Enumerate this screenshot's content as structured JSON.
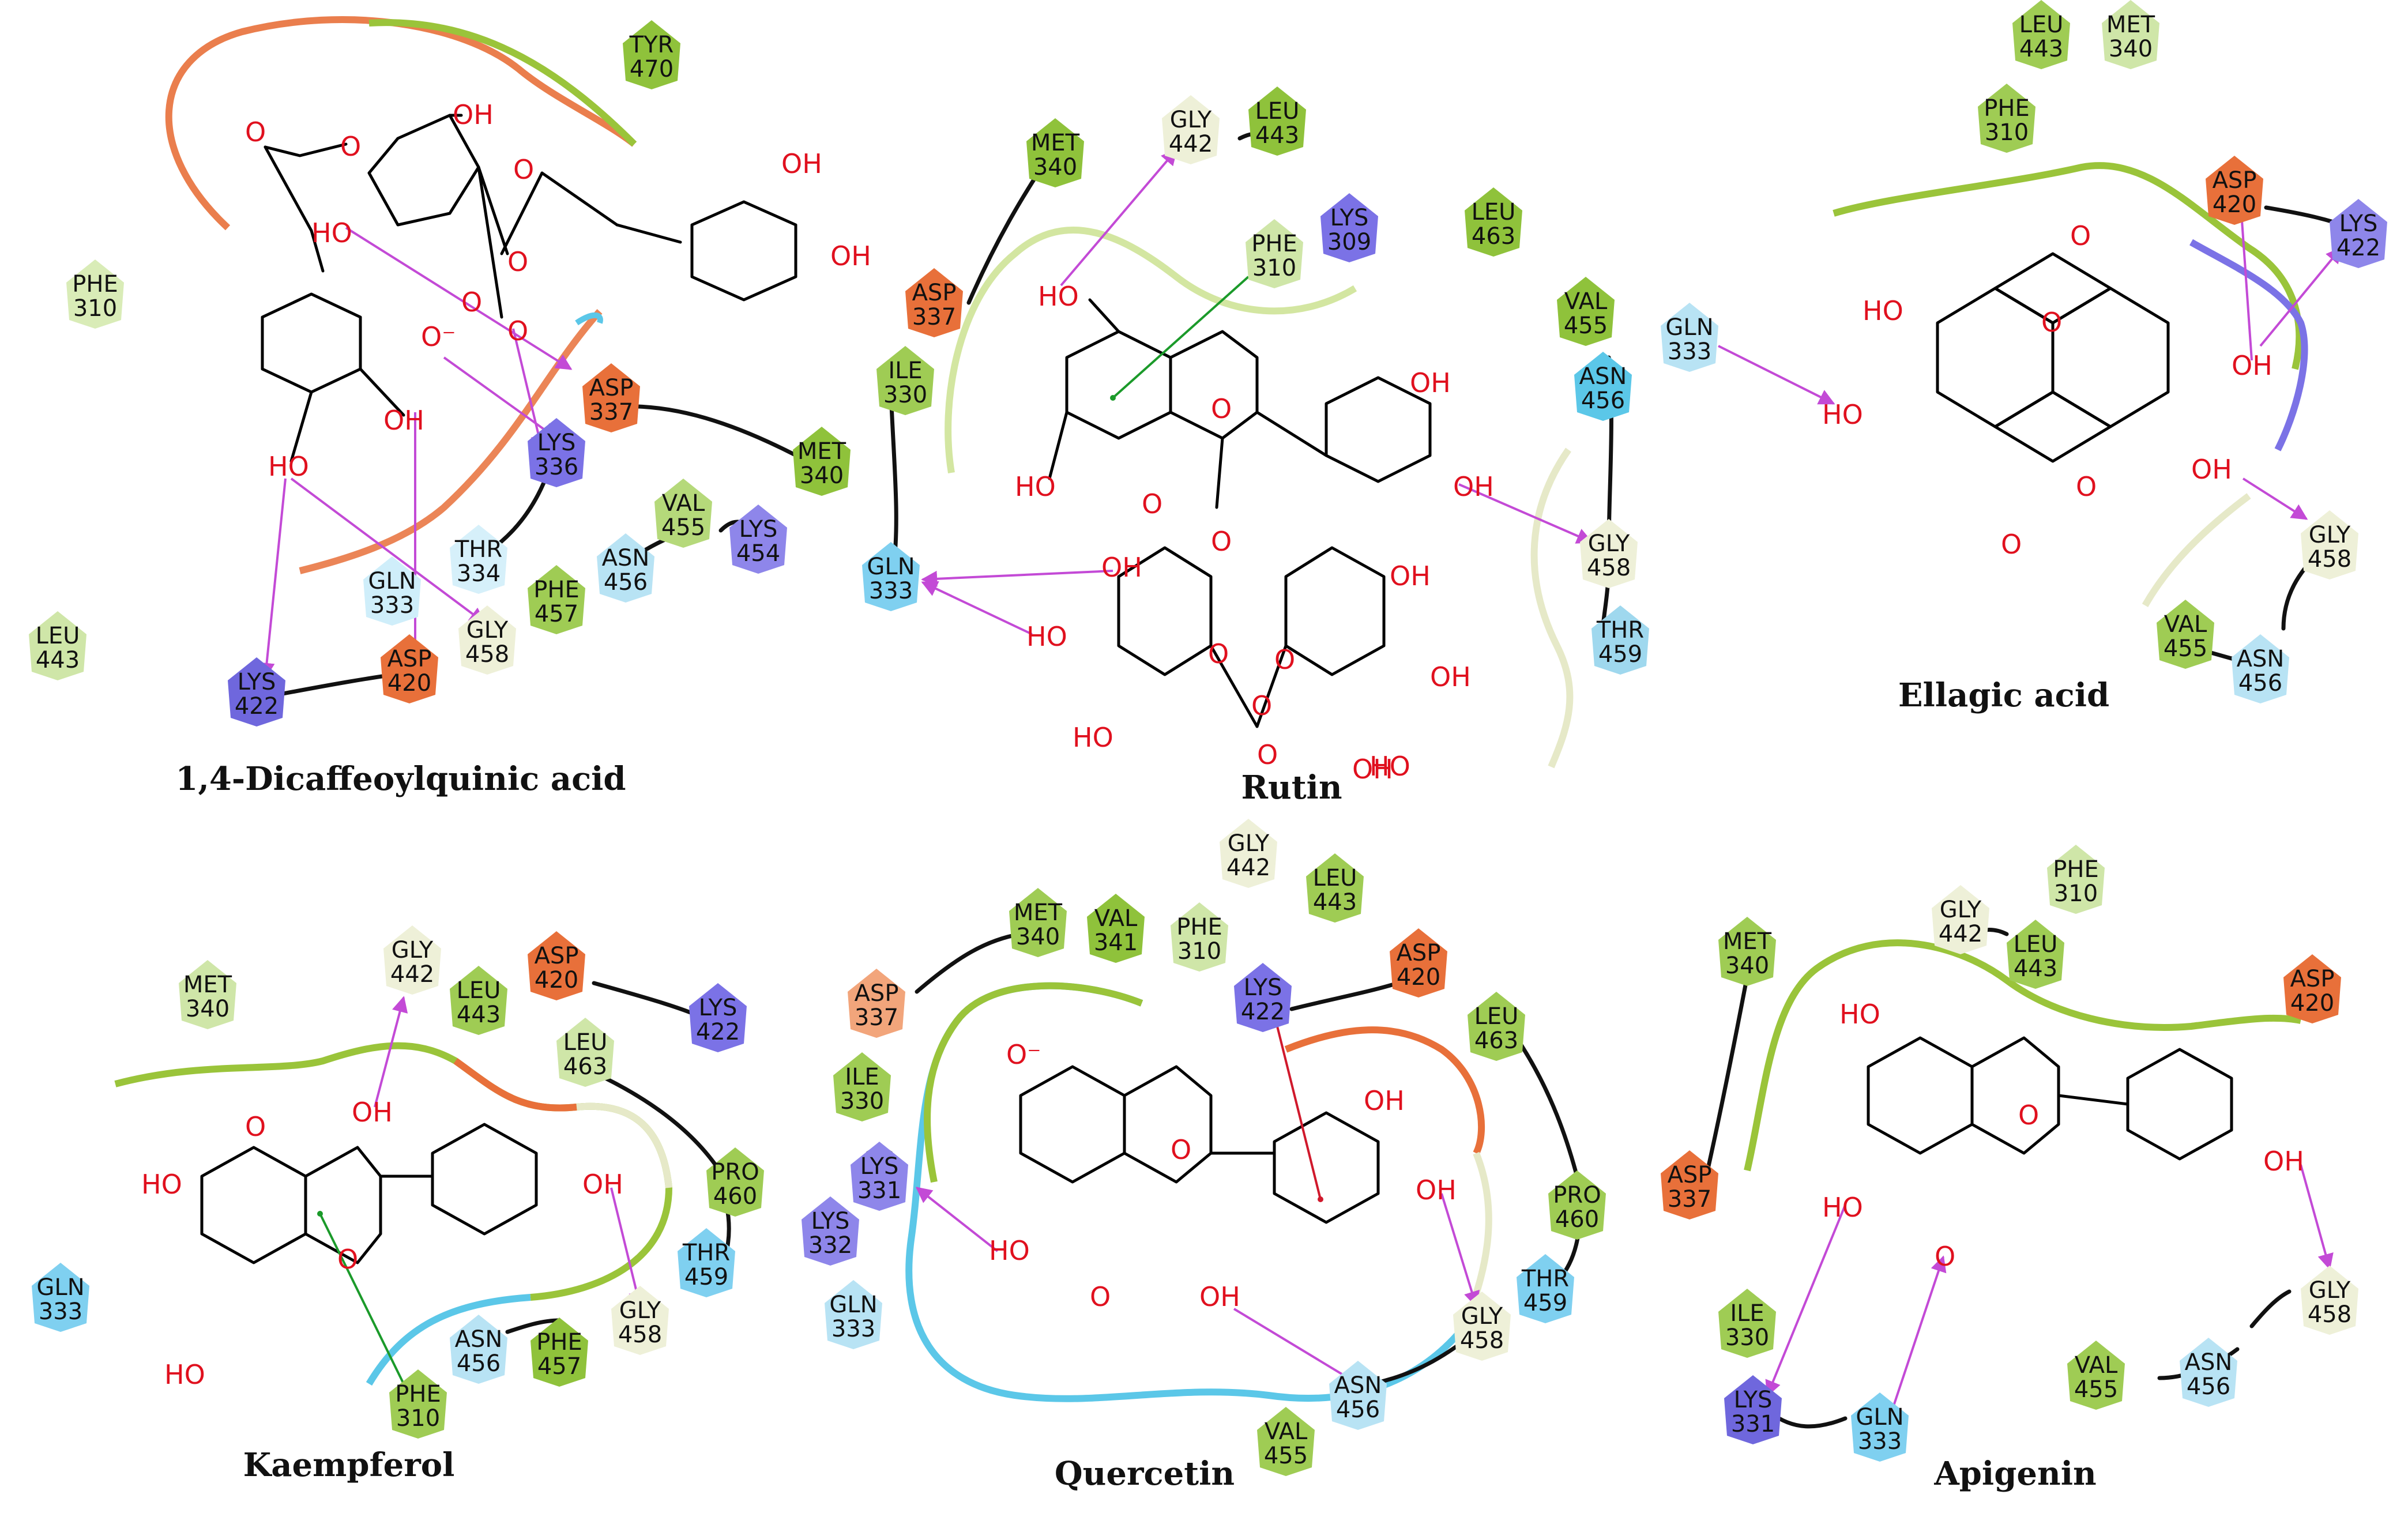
{
  "colors": {
    "hydrophobic": "#8fc23b",
    "negative": "#e8703a",
    "positive": "#7b72e6",
    "polar": "#9fd8ee",
    "glycine": "#f1f3df",
    "hbond": "#c34ad6",
    "pi_pi": "#1b9a2a",
    "pi_cation": "#d0192c"
  },
  "panels": [
    {
      "title": "1,4-Dicaffeoylquinic acid",
      "residues": [
        {
          "name": "TYR",
          "num": "470",
          "type": "hydrophobic"
        },
        {
          "name": "PHE",
          "num": "310",
          "type": "hydrophobic"
        },
        {
          "name": "LEU",
          "num": "443",
          "type": "hydrophobic"
        },
        {
          "name": "ASP",
          "num": "337",
          "type": "negative"
        },
        {
          "name": "MET",
          "num": "340",
          "type": "hydrophobic"
        },
        {
          "name": "LYS",
          "num": "336",
          "type": "positive"
        },
        {
          "name": "THR",
          "num": "334",
          "type": "polar"
        },
        {
          "name": "GLN",
          "num": "333",
          "type": "polar"
        },
        {
          "name": "VAL",
          "num": "455",
          "type": "hydrophobic"
        },
        {
          "name": "LYS",
          "num": "454",
          "type": "positive"
        },
        {
          "name": "ASN",
          "num": "456",
          "type": "polar"
        },
        {
          "name": "PHE",
          "num": "457",
          "type": "hydrophobic"
        },
        {
          "name": "GLY",
          "num": "458",
          "type": "glycine"
        },
        {
          "name": "LYS",
          "num": "422",
          "type": "positive"
        },
        {
          "name": "ASP",
          "num": "420",
          "type": "negative"
        }
      ],
      "atoms": [
        "O",
        "O",
        "OH",
        "O",
        "O",
        "OH",
        "OH",
        "HO",
        "O",
        "O",
        "O⁻",
        "OH",
        "HO"
      ]
    },
    {
      "title": "Rutin",
      "residues": [
        {
          "name": "MET",
          "num": "340",
          "type": "hydrophobic"
        },
        {
          "name": "GLY",
          "num": "442",
          "type": "glycine"
        },
        {
          "name": "LEU",
          "num": "443",
          "type": "hydrophobic"
        },
        {
          "name": "LYS",
          "num": "309",
          "type": "positive"
        },
        {
          "name": "PHE",
          "num": "310",
          "type": "hydrophobic"
        },
        {
          "name": "LEU",
          "num": "463",
          "type": "hydrophobic"
        },
        {
          "name": "ASP",
          "num": "337",
          "type": "negative"
        },
        {
          "name": "ILE",
          "num": "330",
          "type": "hydrophobic"
        },
        {
          "name": "VAL",
          "num": "455",
          "type": "hydrophobic"
        },
        {
          "name": "ASN",
          "num": "456",
          "type": "polar"
        },
        {
          "name": "GLN",
          "num": "333",
          "type": "polar"
        },
        {
          "name": "GLY",
          "num": "458",
          "type": "glycine"
        },
        {
          "name": "THR",
          "num": "459",
          "type": "polar"
        }
      ],
      "atoms": [
        "HO",
        "OH",
        "O",
        "HO",
        "O",
        "OH",
        "OH",
        "O",
        "HO",
        "O",
        "HO",
        "O",
        "O",
        "OH",
        "OH",
        "HO",
        "O",
        "OH"
      ]
    },
    {
      "title": "Ellagic acid",
      "residues": [
        {
          "name": "LEU",
          "num": "443",
          "type": "hydrophobic"
        },
        {
          "name": "MET",
          "num": "340",
          "type": "hydrophobic"
        },
        {
          "name": "PHE",
          "num": "310",
          "type": "hydrophobic"
        },
        {
          "name": "ASP",
          "num": "420",
          "type": "negative"
        },
        {
          "name": "LYS",
          "num": "422",
          "type": "positive"
        },
        {
          "name": "GLN",
          "num": "333",
          "type": "polar"
        },
        {
          "name": "GLY",
          "num": "458",
          "type": "glycine"
        },
        {
          "name": "VAL",
          "num": "455",
          "type": "hydrophobic"
        },
        {
          "name": "ASN",
          "num": "456",
          "type": "polar"
        }
      ],
      "atoms": [
        "O",
        "HO",
        "O",
        "HO",
        "OH",
        "OH",
        "O",
        "O"
      ]
    },
    {
      "title": "Kaempferol",
      "residues": [
        {
          "name": "MET",
          "num": "340",
          "type": "hydrophobic"
        },
        {
          "name": "GLY",
          "num": "442",
          "type": "glycine"
        },
        {
          "name": "LEU",
          "num": "443",
          "type": "hydrophobic"
        },
        {
          "name": "ASP",
          "num": "420",
          "type": "negative"
        },
        {
          "name": "LYS",
          "num": "422",
          "type": "positive"
        },
        {
          "name": "LEU",
          "num": "463",
          "type": "hydrophobic"
        },
        {
          "name": "PRO",
          "num": "460",
          "type": "hydrophobic"
        },
        {
          "name": "THR",
          "num": "459",
          "type": "polar"
        },
        {
          "name": "GLN",
          "num": "333",
          "type": "polar"
        },
        {
          "name": "GLY",
          "num": "458",
          "type": "glycine"
        },
        {
          "name": "ASN",
          "num": "456",
          "type": "polar"
        },
        {
          "name": "PHE",
          "num": "457",
          "type": "hydrophobic"
        },
        {
          "name": "PHE",
          "num": "310",
          "type": "hydrophobic"
        }
      ],
      "atoms": [
        "O",
        "OH",
        "HO",
        "O",
        "OH",
        "HO"
      ]
    },
    {
      "title": "Quercetin",
      "residues": [
        {
          "name": "GLY",
          "num": "442",
          "type": "glycine"
        },
        {
          "name": "LEU",
          "num": "443",
          "type": "hydrophobic"
        },
        {
          "name": "MET",
          "num": "340",
          "type": "hydrophobic"
        },
        {
          "name": "VAL",
          "num": "341",
          "type": "hydrophobic"
        },
        {
          "name": "PHE",
          "num": "310",
          "type": "hydrophobic"
        },
        {
          "name": "LYS",
          "num": "422",
          "type": "positive"
        },
        {
          "name": "ASP",
          "num": "420",
          "type": "negative"
        },
        {
          "name": "ASP",
          "num": "337",
          "type": "negative"
        },
        {
          "name": "LEU",
          "num": "463",
          "type": "hydrophobic"
        },
        {
          "name": "ILE",
          "num": "330",
          "type": "hydrophobic"
        },
        {
          "name": "LYS",
          "num": "331",
          "type": "positive"
        },
        {
          "name": "LYS",
          "num": "332",
          "type": "positive"
        },
        {
          "name": "PRO",
          "num": "460",
          "type": "hydrophobic"
        },
        {
          "name": "THR",
          "num": "459",
          "type": "polar"
        },
        {
          "name": "GLN",
          "num": "333",
          "type": "polar"
        },
        {
          "name": "GLY",
          "num": "458",
          "type": "glycine"
        },
        {
          "name": "ASN",
          "num": "456",
          "type": "polar"
        },
        {
          "name": "VAL",
          "num": "455",
          "type": "hydrophobic"
        }
      ],
      "atoms": [
        "O⁻",
        "O",
        "OH",
        "OH",
        "HO",
        "O",
        "OH"
      ]
    },
    {
      "title": "Apigenin",
      "residues": [
        {
          "name": "GLY",
          "num": "442",
          "type": "glycine"
        },
        {
          "name": "PHE",
          "num": "310",
          "type": "hydrophobic"
        },
        {
          "name": "LEU",
          "num": "443",
          "type": "hydrophobic"
        },
        {
          "name": "MET",
          "num": "340",
          "type": "hydrophobic"
        },
        {
          "name": "ASP",
          "num": "420",
          "type": "negative"
        },
        {
          "name": "ASP",
          "num": "337",
          "type": "negative"
        },
        {
          "name": "GLY",
          "num": "458",
          "type": "glycine"
        },
        {
          "name": "ILE",
          "num": "330",
          "type": "hydrophobic"
        },
        {
          "name": "VAL",
          "num": "455",
          "type": "hydrophobic"
        },
        {
          "name": "ASN",
          "num": "456",
          "type": "polar"
        },
        {
          "name": "LYS",
          "num": "331",
          "type": "positive"
        },
        {
          "name": "GLN",
          "num": "333",
          "type": "polar"
        }
      ],
      "atoms": [
        "HO",
        "O",
        "OH",
        "HO",
        "O"
      ]
    }
  ]
}
